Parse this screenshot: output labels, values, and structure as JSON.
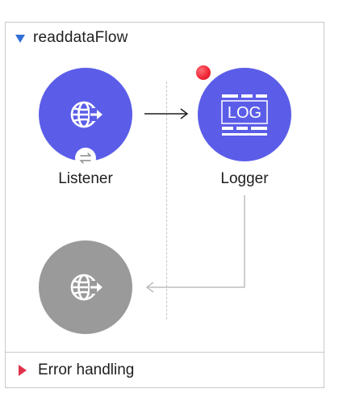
{
  "flow": {
    "title": "readdataFlow",
    "expanded": true
  },
  "nodes": {
    "listener": {
      "label": "Listener",
      "icon": "globe-arrow-icon",
      "color": "#5b5de8"
    },
    "logger": {
      "label": "Logger",
      "icon": "log-icon",
      "icon_text": "LOG",
      "color": "#5b5de8",
      "breakpoint": true
    },
    "error_source": {
      "label": "",
      "icon": "globe-arrow-icon",
      "color": "#9a9a9a"
    }
  },
  "error_handling": {
    "label": "Error handling",
    "expanded": false
  },
  "colors": {
    "accent": "#5b5de8",
    "disabled": "#9a9a9a",
    "breakpoint": "#f0283a",
    "expand_triangle": "#2f6fd6",
    "collapse_triangle": "#e0334a"
  }
}
